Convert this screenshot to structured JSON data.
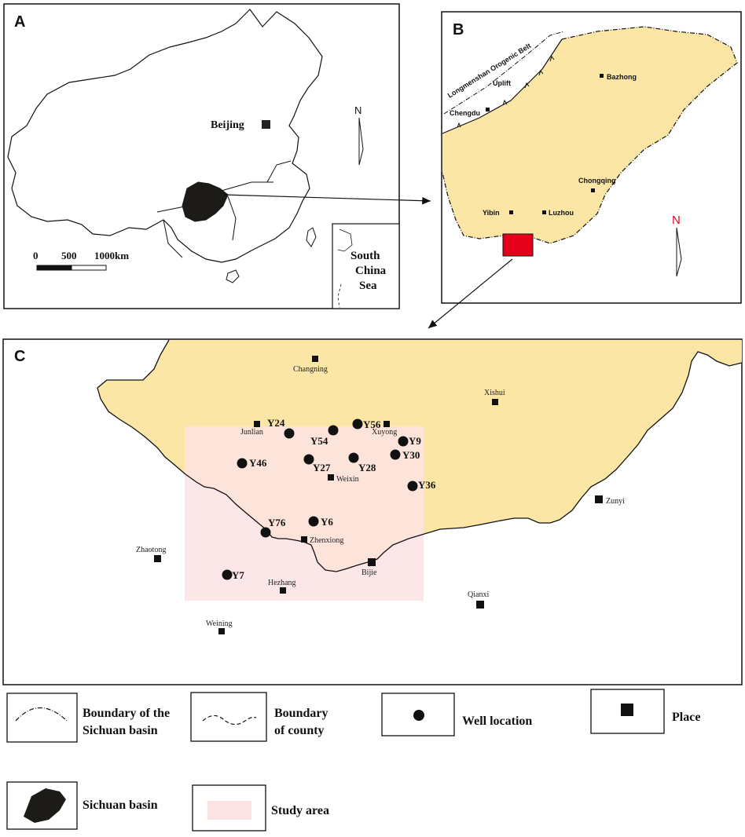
{
  "panels": {
    "a": {
      "letter": "A",
      "beijing": "Beijing",
      "north": "N",
      "scale": {
        "t0": "0",
        "t1": "500",
        "t2": "1000km"
      },
      "inset": {
        "line1": "South",
        "line2": "China",
        "line3": "Sea"
      }
    },
    "b": {
      "letter": "B",
      "orogenic_belt": "Longmenshan Orogenic Belt",
      "uplift": "Uplift",
      "north": "N",
      "cities": {
        "bazhong": "Bazhong",
        "chengdu": "Chengdu",
        "chongqing": "Chongqing",
        "yibin": "Yibin",
        "luzhou": "Luzhou"
      }
    },
    "c": {
      "letter": "C",
      "places": {
        "changning": "Changning",
        "xishui": "Xishui",
        "junlian": "Junlian",
        "xuyong": "Xuyong",
        "weixin": "Weixin",
        "zunyi": "Zunyi",
        "zhaotong": "Zhaotong",
        "zhenxiong": "Zhenxiong",
        "bijie": "Bijie",
        "hezhang": "Hezhang",
        "qianxi": "Qianxi",
        "weining": "Weining"
      },
      "wells": {
        "y24": "Y24",
        "y56": "Y56",
        "y54": "Y54",
        "y9": "Y9",
        "y30": "Y30",
        "y46": "Y46",
        "y27": "Y27",
        "y28": "Y28",
        "y36": "Y36",
        "y76": "Y76",
        "y6": "Y6",
        "y7": "Y7"
      }
    }
  },
  "legend": {
    "basin_boundary": {
      "line1": "Boundary of the",
      "line2": "Sichuan basin"
    },
    "county_boundary": {
      "line1": "Boundary",
      "line2": "of county"
    },
    "well_location": "Well  location",
    "place": "Place",
    "sichuan_basin": "Sichuan  basin",
    "study_area": "Study area"
  },
  "colors": {
    "basin_fill": "#fbe6a6",
    "study_area": "#fbe3e4",
    "highlight_red": "#e4001b",
    "north_red": "#e4001b",
    "ink": "#111111"
  }
}
